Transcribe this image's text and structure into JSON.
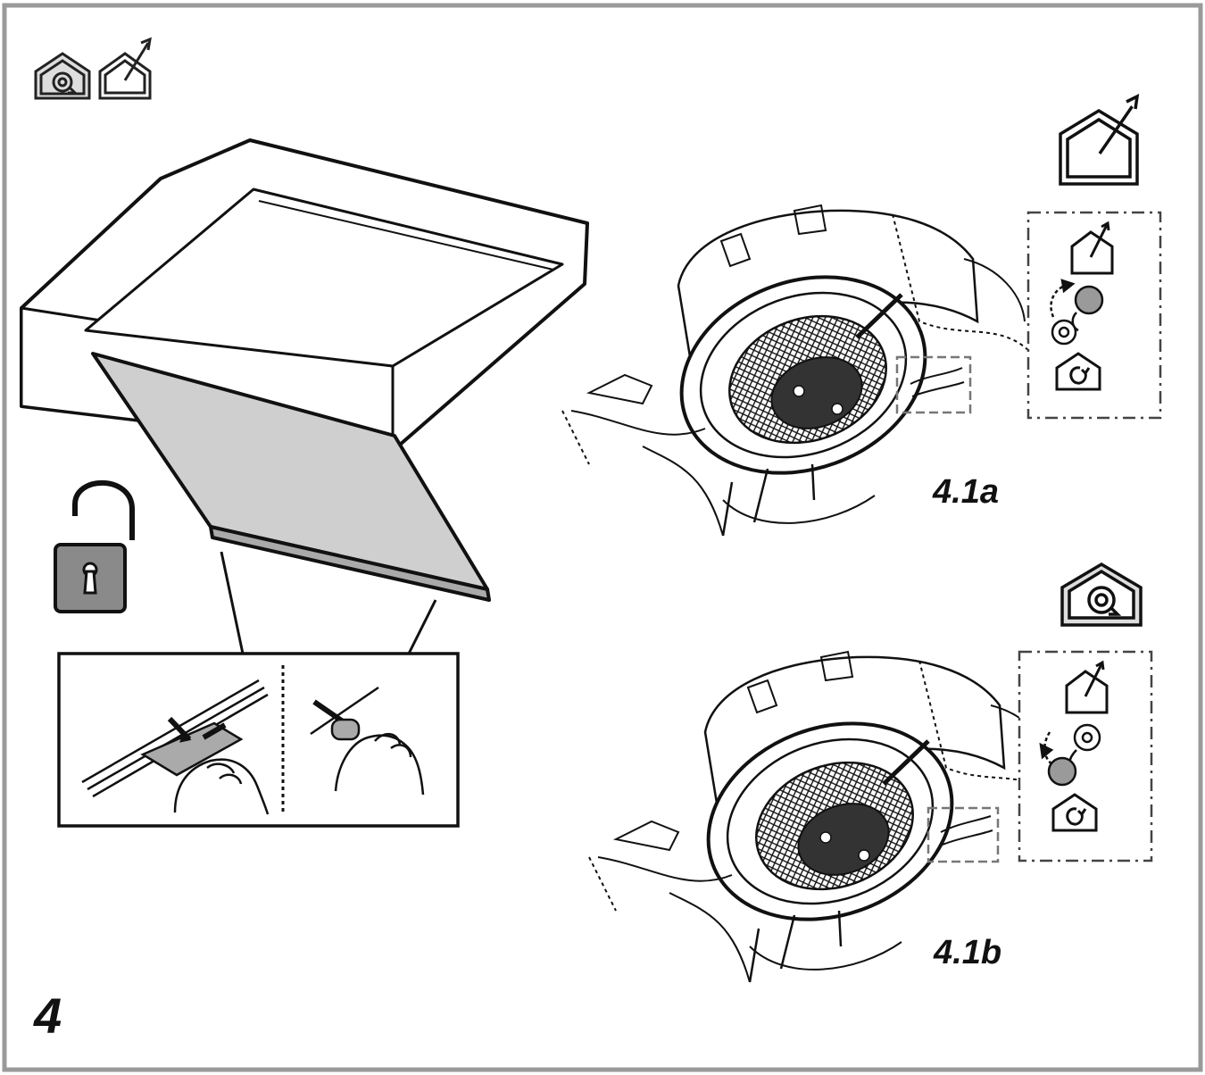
{
  "step": {
    "number": "4"
  },
  "figures": {
    "a": {
      "label": "4.1a",
      "mode_icon": "extraction-house-icon"
    },
    "b": {
      "label": "4.1b",
      "mode_icon": "recirculation-house-icon"
    }
  },
  "icons": {
    "header": [
      "recirculation-house-icon",
      "extraction-house-icon"
    ],
    "unlock": "padlock-open-icon"
  },
  "colors": {
    "frame": "#9a9a9a",
    "ink": "#111111",
    "filter_fill": "#cfcfcf",
    "lock_fill": "#8a8a8a"
  }
}
